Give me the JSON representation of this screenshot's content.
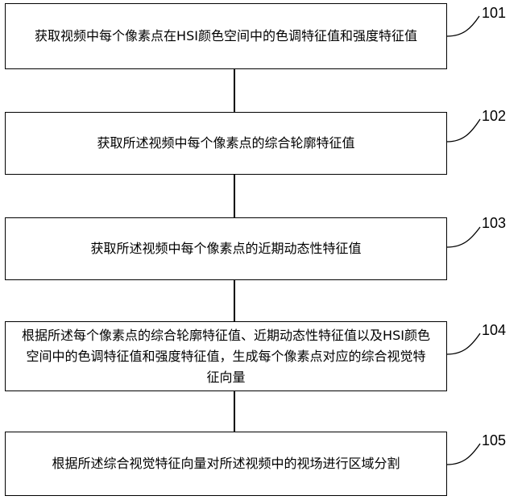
{
  "steps": [
    {
      "id": "101",
      "text": "获取视频中每个像素点在HSI颜色空间中的色调特征值和强度特征值"
    },
    {
      "id": "102",
      "text": "获取所述视频中每个像素点的综合轮廓特征值"
    },
    {
      "id": "103",
      "text": "获取所述视频中每个像素点的近期动态性特征值"
    },
    {
      "id": "104",
      "text": "根据所述每个像素点的综合轮廓特征值、近期动态性特征值以及HSI颜色空间中的色调特征值和强度特征值，生成每个像素点对应的综合视觉特征向量"
    },
    {
      "id": "105",
      "text": "根据所述综合视觉特征向量对所述视频中的视场进行区域分割"
    }
  ]
}
